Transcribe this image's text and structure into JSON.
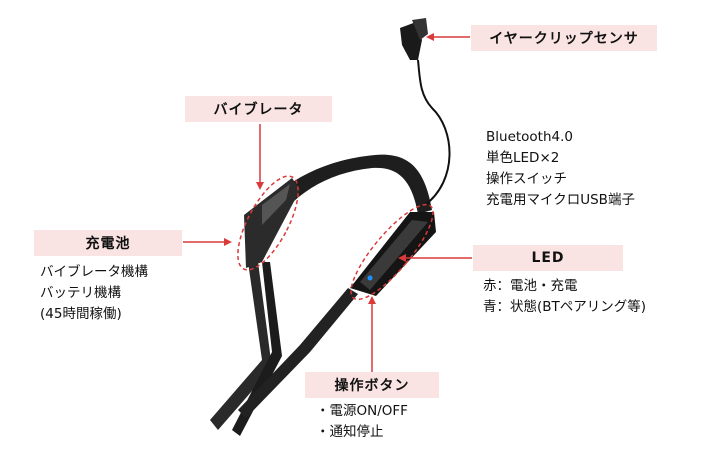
{
  "labels": {
    "ear_clip": "イヤークリップセンサ",
    "vibrator": "バイブレータ",
    "battery": "充電池",
    "led": "LED",
    "button": "操作ボタン"
  },
  "specs": [
    "Bluetooth4.0",
    "単色LED×2",
    "操作スイッチ",
    "充電用マイクロUSB端子"
  ],
  "battery_notes": [
    "バイブレータ機構",
    "バッテリ機構",
    "(45時間稼働)"
  ],
  "led_notes": [
    "赤：電池・充電",
    "青：状態(BTペアリング等)"
  ],
  "button_notes": [
    "・電源ON/OFF",
    "・通知停止"
  ],
  "colors": {
    "label_bg": "#f9e3e3",
    "accent": "#d93a3a",
    "device": "#1a1a1a",
    "led_blue": "#1e90ff"
  }
}
